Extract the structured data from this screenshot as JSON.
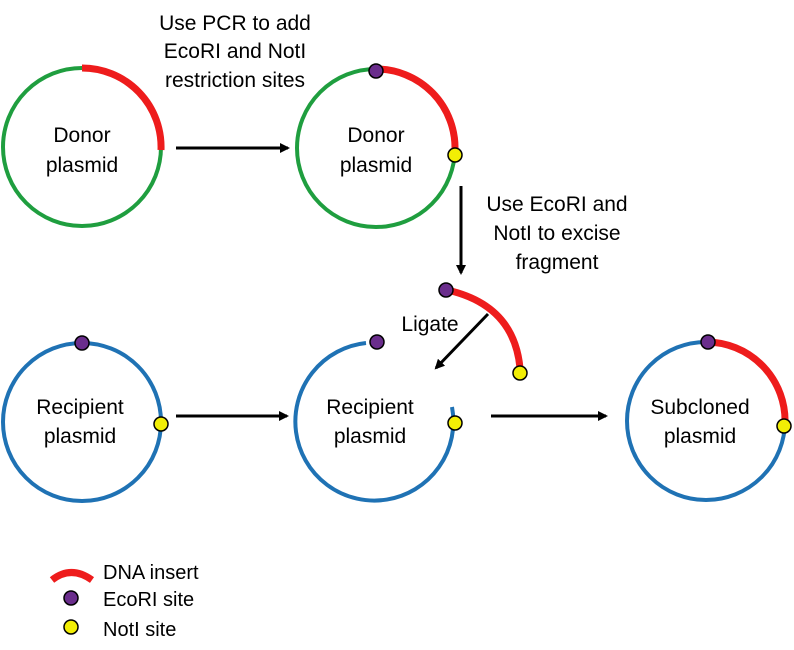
{
  "colors": {
    "donor_backbone": "#1f9e3f",
    "recipient_backbone": "#1f72b4",
    "insert": "#ee1c1c",
    "ecori_site": "#6a2d8c",
    "noti_site": "#f2ee05",
    "arrow": "#000000",
    "text": "#000000"
  },
  "icons": {
    "insert": "red-arc-icon",
    "ecori": "purple-dot-icon",
    "noti": "yellow-dot-icon"
  },
  "steps": {
    "pcr": [
      "Use PCR to add",
      "EcoRI and NotI",
      "restriction sites"
    ],
    "excise": [
      "Use EcoRI and",
      "NotI to excise",
      "fragment"
    ],
    "ligate": "Ligate"
  },
  "plasmids": {
    "donor_original": [
      "Donor",
      "plasmid"
    ],
    "donor_modified": [
      "Donor",
      "plasmid"
    ],
    "recipient_original": [
      "Recipient",
      "plasmid"
    ],
    "recipient_cut": [
      "Recipient",
      "plasmid"
    ],
    "subcloned": [
      "Subcloned",
      "plasmid"
    ]
  },
  "legend": {
    "insert": "DNA insert",
    "ecori": "EcoRI site",
    "noti": "NotI site"
  }
}
